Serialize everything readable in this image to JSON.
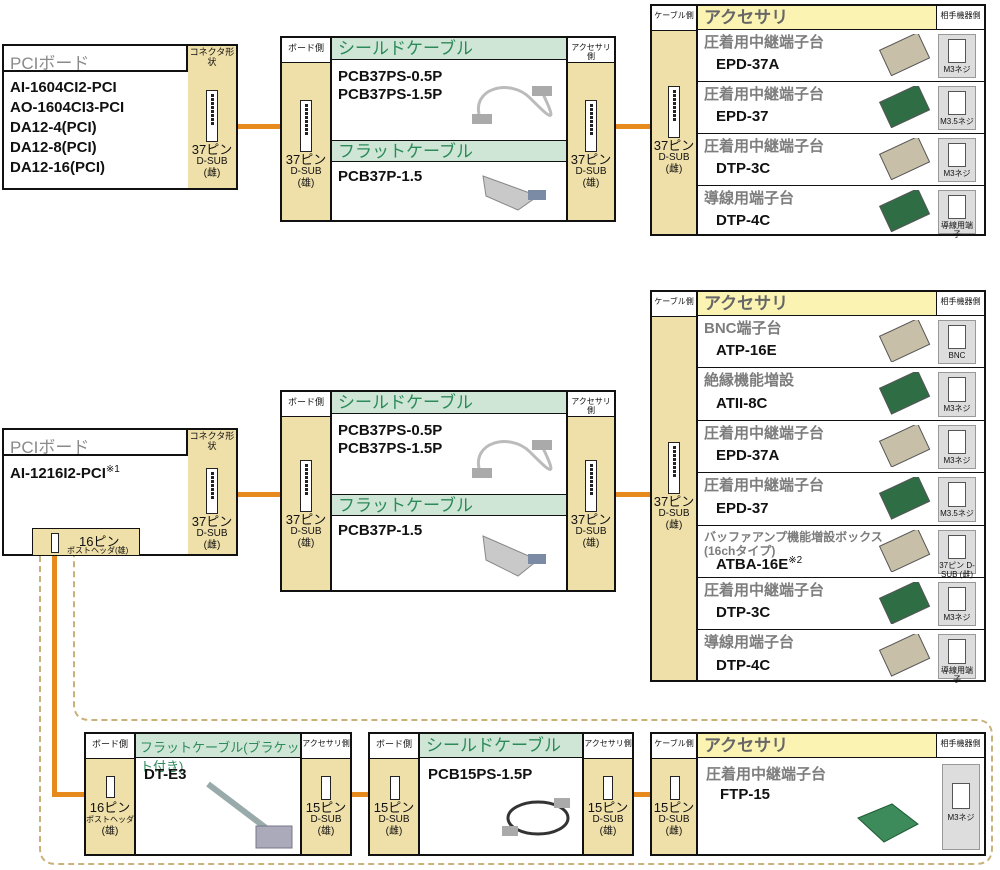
{
  "colors": {
    "tan": "#efdfa8",
    "green_header": "#cfe6d6",
    "yellow_header": "#fbf3b2",
    "line": "#e68a1e",
    "title_green": "#2d8a5a",
    "title_gray": "#8a8a8a"
  },
  "labels": {
    "board": "PCIボード",
    "connector_type": "コネクタ形 状",
    "board_side": "ボード側",
    "accessory_side": "アクセサリ側",
    "cable_side": "ケーブル側",
    "accessory": "アクセサリ",
    "partner_side": "相手機器側",
    "shield_cable": "シールドケーブル",
    "flat_cable": "フラットケーブル",
    "flat_cable_bracket": "フラットケーブル(ブラケット付き)"
  },
  "pins": {
    "p37": "37ピン",
    "dsub": "D-SUB",
    "male": "(雄)",
    "female": "(雌)",
    "p16": "16ピン",
    "posthead": "ポストヘッダ",
    "p15": "15ピン"
  },
  "top": {
    "boards": [
      "AI-1604CI2-PCI",
      "AO-1604CI3-PCI",
      "DA12-4(PCI)",
      "DA12-8(PCI)",
      "DA12-16(PCI)"
    ],
    "shield_products": [
      "PCB37PS-0.5P",
      "PCB37PS-1.5P"
    ],
    "flat_product": "PCB37P-1.5",
    "accessories": [
      {
        "name": "圧着用中継端子台",
        "model": "EPD-37A",
        "partner": "M3ネジ"
      },
      {
        "name": "圧着用中継端子台",
        "model": "EPD-37",
        "partner": "M3.5ネジ"
      },
      {
        "name": "圧着用中継端子台",
        "model": "DTP-3C",
        "partner": "M3ネジ"
      },
      {
        "name": "導線用端子台",
        "model": "DTP-4C",
        "partner": "導線用端子"
      }
    ]
  },
  "bottom": {
    "board": "AI-1216I2-PCI",
    "board_note": "※1",
    "header16": "16ピン",
    "header16_sub": "ポストヘッダ(雄)",
    "shield_products": [
      "PCB37PS-0.5P",
      "PCB37PS-1.5P"
    ],
    "flat_product": "PCB37P-1.5",
    "accessories": [
      {
        "name": "BNC端子台",
        "model": "ATP-16E",
        "partner": "BNC"
      },
      {
        "name": "絶縁機能増設",
        "model": "ATII-8C",
        "partner": "M3ネジ"
      },
      {
        "name": "圧着用中継端子台",
        "model": "EPD-37A",
        "partner": "M3ネジ"
      },
      {
        "name": "圧着用中継端子台",
        "model": "EPD-37",
        "partner": "M3.5ネジ"
      },
      {
        "name": "バッファアンプ機能増設ボックス(16chタイプ)",
        "model": "ATBA-16E",
        "note": "※2",
        "partner": "37ピン D-SUB (雌)"
      },
      {
        "name": "圧着用中継端子台",
        "model": "DTP-3C",
        "partner": "M3ネジ"
      },
      {
        "name": "導線用端子台",
        "model": "DTP-4C",
        "partner": "導線用端子"
      }
    ],
    "dte3": "DT-E3",
    "pcb15": "PCB15PS-1.5P",
    "ftp": {
      "name": "圧着用中継端子台",
      "model": "FTP-15",
      "partner": "M3ネジ"
    }
  }
}
